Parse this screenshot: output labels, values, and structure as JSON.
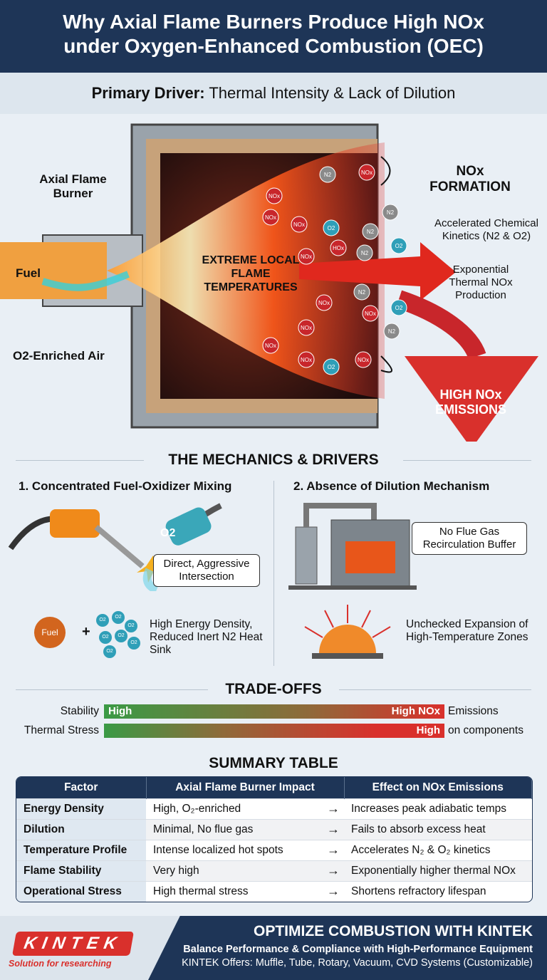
{
  "header": {
    "title_line1": "Why Axial Flame Burners Produce High NOx",
    "title_line2": "under Oxygen-Enhanced Combustion (OEC)"
  },
  "subtitle": {
    "bold": "Primary Driver:",
    "rest": " Thermal Intensity & Lack of Dilution"
  },
  "illustration": {
    "burner_label": "Axial Flame Burner",
    "fuel_label": "Fuel",
    "air_label": "O2-Enriched Air",
    "flame_label": "EXTREME LOCAL FLAME TEMPERATURES",
    "nox_title": "NOx FORMATION",
    "kinetics": "Accelerated Chemical Kinetics (N2 & O2)",
    "production": "Exponential Thermal NOx Production",
    "emissions": "HIGH NOx EMISSIONS",
    "molecules": [
      "NOx",
      "N2",
      "NOx",
      "NOx",
      "NOx",
      "O2",
      "N2",
      "N2",
      "NOx",
      "O2",
      "HOx",
      "N2",
      "NOx",
      "NOx",
      "O2",
      "NOx",
      "N2",
      "NOx",
      "N2",
      "NOx",
      "O2",
      "NOx"
    ],
    "colors": {
      "nox": "#c8262b",
      "n2": "#8a8a8a",
      "o2": "#2f9fb8"
    }
  },
  "mechanics": {
    "title": "THE MECHANICS & DRIVERS",
    "col1": {
      "heading": "1. Concentrated Fuel-Oxidizer Mixing",
      "nozzle_label": "O2",
      "bubble": "Direct, Aggressive Intersection",
      "fuel_molecule": "Fuel",
      "plus": "+",
      "o2_label": "O2",
      "note": "High Energy Density, Reduced Inert N2 Heat Sink"
    },
    "col2": {
      "heading": "2. Absence of Dilution Mechanism",
      "bubble": "No Flue Gas Recirculation Buffer",
      "note": "Unchecked Expansion of High-Temperature Zones"
    }
  },
  "tradeoffs": {
    "title": "TRADE-OFFS",
    "rows": [
      {
        "label": "Stability",
        "left": "High",
        "right": "High NOx",
        "after": "Emissions"
      },
      {
        "label": "Thermal Stress",
        "left": "",
        "right": "High",
        "after": "on components"
      }
    ],
    "colors": {
      "low": "#3a9a45",
      "high": "#d9302c"
    }
  },
  "summary": {
    "title": "SUMMARY TABLE",
    "headers": [
      "Factor",
      "Axial Flame Burner Impact",
      "Effect on NOx Emissions"
    ],
    "arrow": "→",
    "rows": [
      [
        "Energy Density",
        "High, O₂-enriched",
        "Increases peak adiabatic temps"
      ],
      [
        "Dilution",
        "Minimal, No flue gas",
        "Fails to absorb excess heat"
      ],
      [
        "Temperature Profile",
        "Intense localized hot spots",
        "Accelerates N₂ & O₂ kinetics"
      ],
      [
        "Flame Stability",
        "Very high",
        "Exponentially higher thermal NOx"
      ],
      [
        "Operational Stress",
        "High thermal stress",
        "Shortens refractory lifespan"
      ]
    ]
  },
  "footer": {
    "logo": "KINTEK",
    "tagline": "Solution for researching",
    "cta": "OPTIMIZE COMBUSTION WITH KINTEK",
    "line1": "Balance Performance & Compliance with High-Performance Equipment",
    "line2": "KINTEK Offers: Muffle, Tube, Rotary, Vacuum, CVD Systems (Customizable)"
  },
  "colors": {
    "navy": "#1e3557",
    "accent_red": "#d9302c"
  }
}
